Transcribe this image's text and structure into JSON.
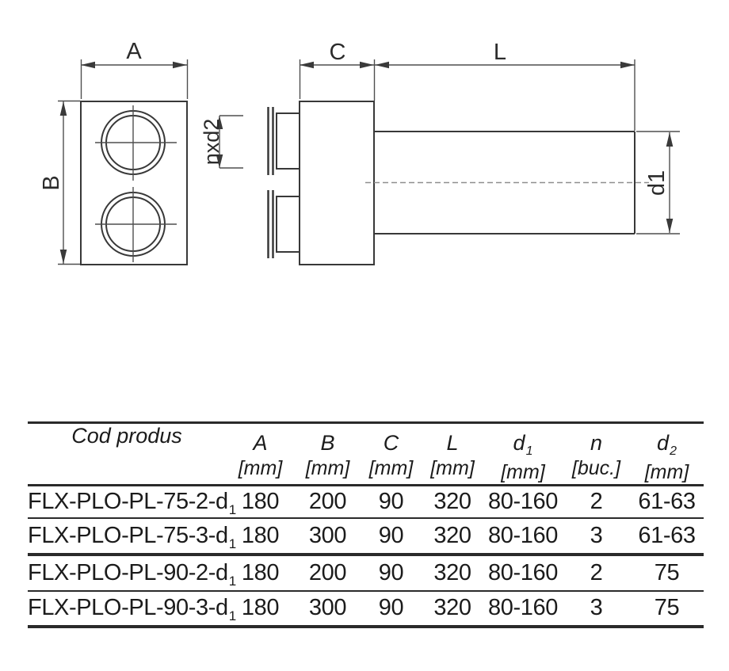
{
  "drawing": {
    "labels": {
      "a": "A",
      "b": "B",
      "c": "C",
      "l": "L",
      "d1": "d1",
      "nxd2": "nxd2"
    }
  },
  "table": {
    "header": {
      "product": "Cod produs",
      "cols": [
        {
          "sym": "A",
          "sub": "",
          "unit": "[mm]"
        },
        {
          "sym": "B",
          "sub": "",
          "unit": "[mm]"
        },
        {
          "sym": "C",
          "sub": "",
          "unit": "[mm]"
        },
        {
          "sym": "L",
          "sub": "",
          "unit": "[mm]"
        },
        {
          "sym": "d",
          "sub": "1",
          "unit": "[mm]"
        },
        {
          "sym": "n",
          "sub": "",
          "unit": "[buc.]"
        },
        {
          "sym": "d",
          "sub": "2",
          "unit": "[mm]"
        }
      ]
    },
    "rows": [
      {
        "code": "FLX-PLO-PL-75-2-d",
        "code_sub": "1",
        "a": "180",
        "b": "200",
        "c": "90",
        "l": "320",
        "d1": "80-160",
        "n": "2",
        "d2": "61-63"
      },
      {
        "code": "FLX-PLO-PL-75-3-d",
        "code_sub": "1",
        "a": "180",
        "b": "300",
        "c": "90",
        "l": "320",
        "d1": "80-160",
        "n": "3",
        "d2": "61-63"
      },
      {
        "code": "FLX-PLO-PL-90-2-d",
        "code_sub": "1",
        "a": "180",
        "b": "200",
        "c": "90",
        "l": "320",
        "d1": "80-160",
        "n": "2",
        "d2": "75"
      },
      {
        "code": "FLX-PLO-PL-90-3-d",
        "code_sub": "1",
        "a": "180",
        "b": "300",
        "c": "90",
        "l": "320",
        "d1": "80-160",
        "n": "3",
        "d2": "75"
      }
    ]
  },
  "colors": {
    "object_line": "#383838",
    "dimension_line": "#4f4f4f",
    "centerline": "#8f8f8f",
    "text": "#1b1b1b",
    "background": "#ffffff"
  }
}
